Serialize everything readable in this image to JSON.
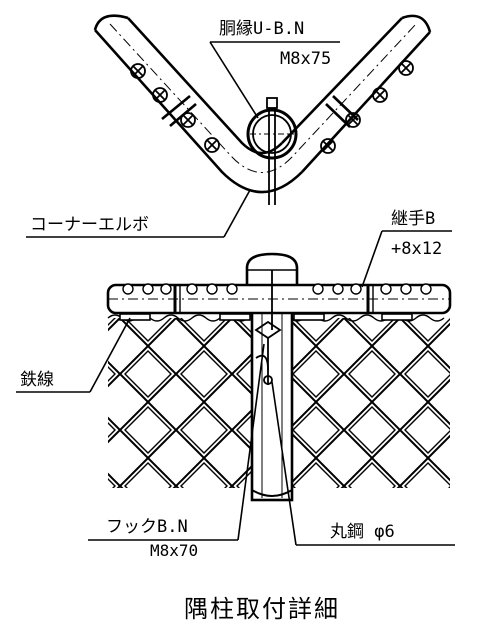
{
  "labels": {
    "top_bolt_name": "胴縁U-B.N",
    "top_bolt_size": "M8x75",
    "corner_elbow": "コーナーエルボ",
    "joint_name": "継手B",
    "joint_size": "+8x12",
    "wire": "鉄線",
    "hook_name": "フックB.N",
    "hook_size": "M8x70",
    "round_steel": "丸鋼 φ6"
  },
  "title": "隅柱取付詳細"
}
